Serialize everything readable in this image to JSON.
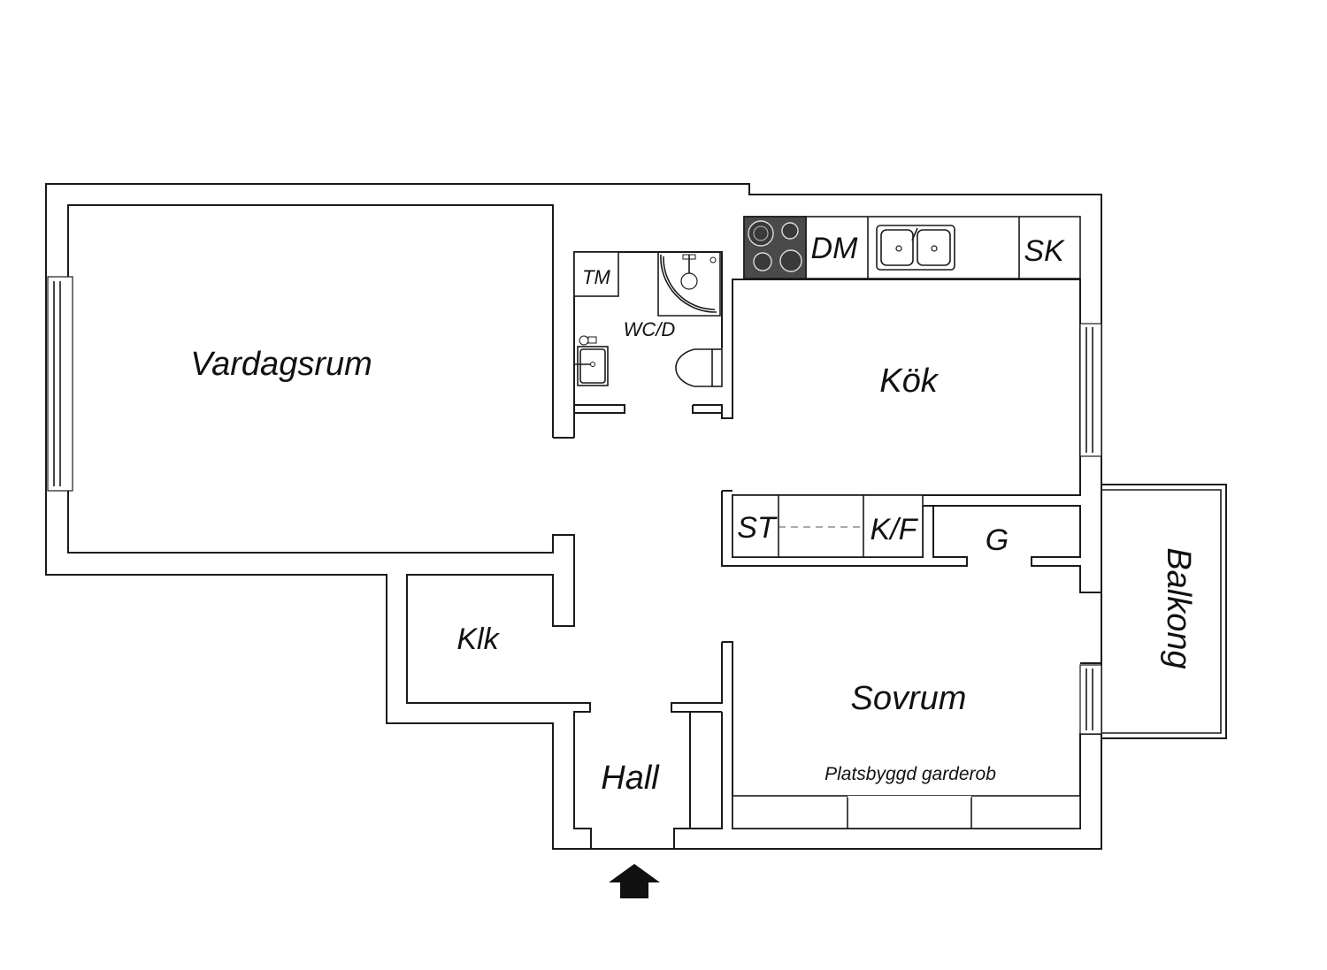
{
  "rooms": {
    "living": "Vardagsrum",
    "kitchen": "Kök",
    "bath": "WC/D",
    "closet": "Klk",
    "hall": "Hall",
    "bedroom": "Sovrum",
    "balcony": "Balkong",
    "storage": "G"
  },
  "fixtures": {
    "washer": "TM",
    "dishwasher": "DM",
    "cabinet": "SK",
    "tall_cabinet": "ST",
    "fridge_freezer": "K/F",
    "wardrobe": "Platsbyggd garderob"
  },
  "icons": {
    "entrance": "entrance-arrow-icon",
    "stove": "stove-icon",
    "sink": "double-sink-icon",
    "shower": "shower-icon",
    "toilet": "toilet-icon",
    "washbasin": "washbasin-icon"
  },
  "colors": {
    "wall": "#1a1a1a",
    "stove": "#4a4a4a",
    "background": "#ffffff"
  }
}
